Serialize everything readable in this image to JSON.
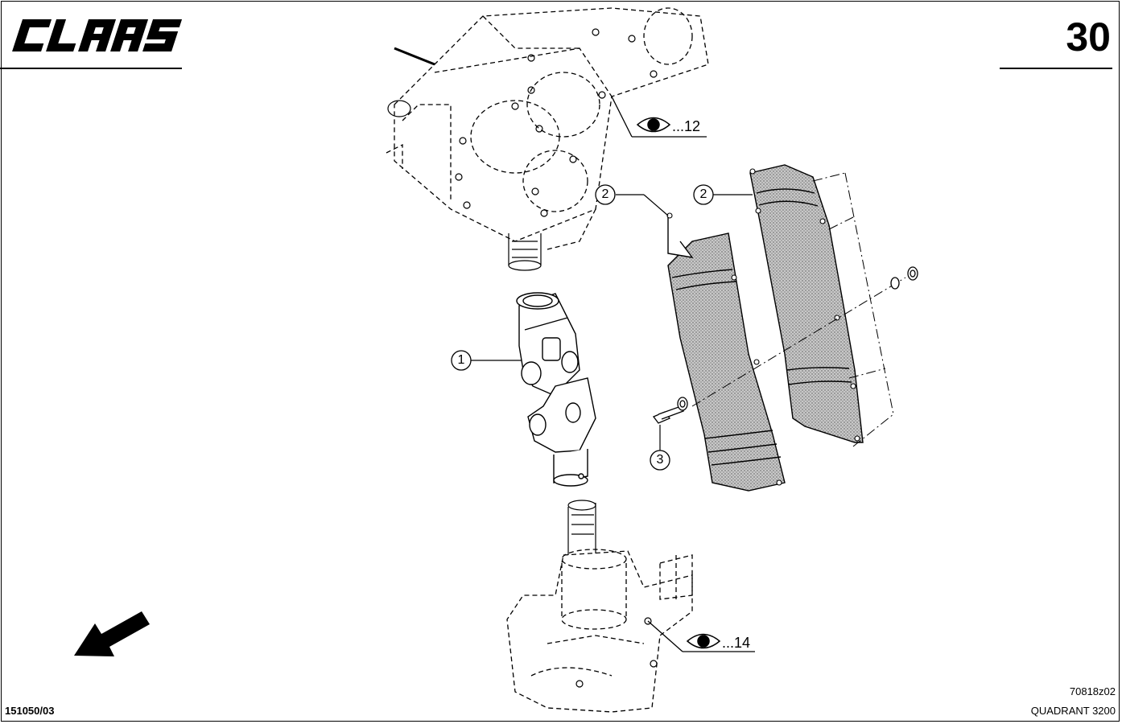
{
  "header": {
    "logo_text": "CLAAS",
    "page_number": "30"
  },
  "callouts": [
    {
      "id": "1"
    },
    {
      "id": "2"
    },
    {
      "id": "2"
    },
    {
      "id": "3"
    }
  ],
  "references": [
    {
      "label": "...12"
    },
    {
      "label": "...14"
    }
  ],
  "footer": {
    "doc_number": "151050/03",
    "figure_code": "70818z02",
    "model": "QUADRANT 3200"
  }
}
